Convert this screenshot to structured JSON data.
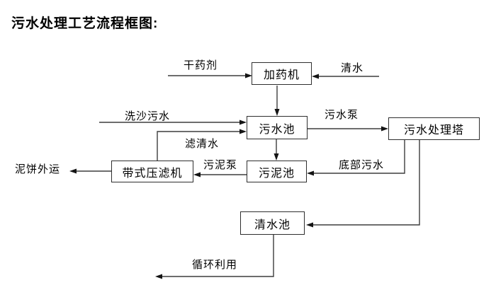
{
  "title": "污水处理工艺流程框图:",
  "colors": {
    "background": "#ffffff",
    "line": "#3d3d3d",
    "box_border": "#2e2e2e",
    "text": "#000000"
  },
  "nodes": {
    "dosing_machine": {
      "label": "加药机"
    },
    "sewage_pool": {
      "label": "污水池"
    },
    "treatment_tower": {
      "label": "污水处理塔"
    },
    "sludge_pool": {
      "label": "污泥池"
    },
    "belt_filter_press": {
      "label": "带式压滤机"
    },
    "clean_water_pool": {
      "label": "清水池"
    }
  },
  "flow_labels": {
    "dry_chemical": "干药剂",
    "clean_water": "清水",
    "sand_washing_sewage": "洗沙污水",
    "sewage_pump": "污水泵",
    "filtered_water": "滤清水",
    "bottom_sewage": "底部污水",
    "sludge_pump": "污泥泵",
    "sludge_cake_out": "泥饼外运",
    "recycle": "循环利用"
  }
}
